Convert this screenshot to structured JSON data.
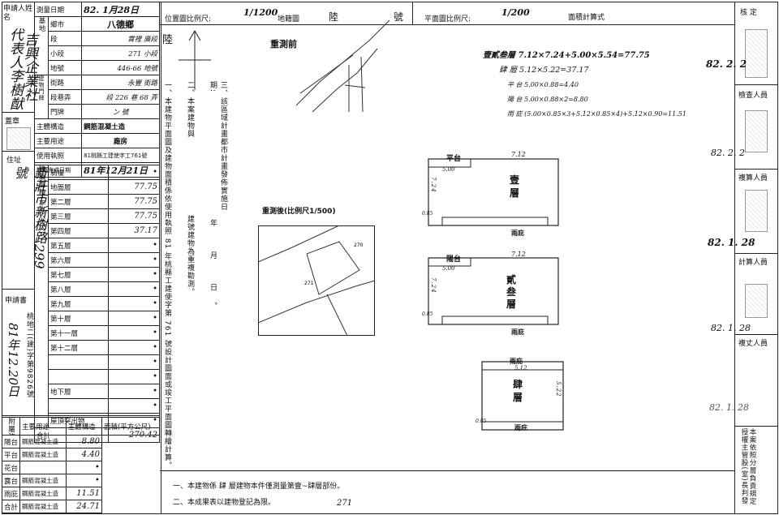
{
  "left_form": {
    "applicant_label": "申請人姓名",
    "applicant_name": "代表人李樹猷",
    "company_name": "吉興企業社",
    "seal_label": "蓋章",
    "address_label": "住址",
    "address_value": "新莊市新樹路299號",
    "applicant_book_label": "申請書",
    "applicant_book_value": "桃地二(建)字第9826號",
    "applicant_book_date": "81年12.20日",
    "survey_date_label": "測量日期",
    "survey_date_value": "82. 1月28日",
    "rows": [
      {
        "group": "基地",
        "label": "鄉市",
        "value": "八德鄉"
      },
      {
        "group": "基地",
        "label": "段",
        "value": "霄裡  廣段"
      },
      {
        "group": "基地",
        "label": "小段",
        "value": "271 小段"
      },
      {
        "group": "基地",
        "label": "地號",
        "value": "446-66  地號"
      },
      {
        "group": "建物門牌",
        "label": "街路",
        "value": "永豐  街路"
      },
      {
        "group": "建物門牌",
        "label": "段巷弄",
        "value": "段 226 巷 68 弄"
      },
      {
        "group": "建物門牌",
        "label": "門牌",
        "value": "ン 號"
      }
    ],
    "structure_label": "主體構造",
    "structure_value": "鋼筋混凝土造",
    "use_label": "主要用途",
    "use_value": "廠房",
    "permit_label": "使用執照",
    "permit_value": "81桃縣工建使字工761號",
    "completion_label": "建築完成日期",
    "completion_value": "81年12月21日",
    "area_group_label": "建築面積(平方公尺)",
    "floors": [
      {
        "label": "騎樓",
        "value": "•"
      },
      {
        "label": "地面層",
        "value": "77.75"
      },
      {
        "label": "第二層",
        "value": "77.75"
      },
      {
        "label": "第三層",
        "value": "77.75"
      },
      {
        "label": "第四層",
        "value": "37.17"
      },
      {
        "label": "第五層",
        "value": "•"
      },
      {
        "label": "第六層",
        "value": "•"
      },
      {
        "label": "第七層",
        "value": "•"
      },
      {
        "label": "第八層",
        "value": "•"
      },
      {
        "label": "第九層",
        "value": "•"
      },
      {
        "label": "第十層",
        "value": "•"
      },
      {
        "label": "第十一層",
        "value": "•"
      },
      {
        "label": "第十二層",
        "value": "•"
      },
      {
        "label": "",
        "value": "•"
      },
      {
        "label": "",
        "value": "•"
      },
      {
        "label": "地下層",
        "value": "•"
      },
      {
        "label": "",
        "value": "•"
      },
      {
        "label": "屋頂突出物",
        "value": "•"
      },
      {
        "label": "合計",
        "value": "270.42"
      }
    ],
    "aux_header": {
      "use": "主要用途",
      "structure": "主體構造",
      "area": "面積(平方公尺)"
    },
    "aux_group_label": "附屬建物",
    "aux_rows": [
      {
        "label": "陽台",
        "structure": "鋼筋混凝土造",
        "value": "8.80"
      },
      {
        "label": "平台",
        "structure": "鋼筋混凝土造",
        "value": "4.40"
      },
      {
        "label": "花台",
        "structure": "",
        "value": "•"
      },
      {
        "label": "露台",
        "structure": "鋼筋混凝土造",
        "value": "•"
      },
      {
        "label": "雨庇",
        "structure": "鋼筋混凝土造",
        "value": "11.51"
      },
      {
        "label": "合計",
        "structure": "鋼筋混凝土造",
        "value": "24.71"
      }
    ]
  },
  "header": {
    "location_scale_label": "位置圖比例尺:",
    "location_scale": "1/1200",
    "map_label": "地籍圖",
    "map_value": "陸  號",
    "plan_scale_label": "平面圖比例尺:",
    "plan_scale": "1/200",
    "area_calc_label": "面積計算式"
  },
  "notes": {
    "note1": "一、本建物平面圖及建物面積係依使用執照 81 年桃縣工建使字第 761 號設計圖面或竣工平面圖轉繪計算。",
    "note2": "二、本案建物與",
    "note2_tail": "建號建物為重複勘測。",
    "note3": "三、該區域計畫都市計畫發佈實施日期:",
    "note3_date": "年  月  日。"
  },
  "maps": {
    "before_title": "重測前",
    "after_title": "重測後(比例尺1/500)",
    "parcel_a": "271",
    "parcel_b": "270"
  },
  "calc": [
    "壹貳叁層 7.12×7.24+5.00×5.54=77.75",
    "肆  層 5.12×5.22=37.17",
    "平  台 5.00×0.88=4.40",
    "陽  台 5.00×0.88×2=8.80",
    "雨  庇 (5.00×0.85×3+5.12×0.85×4)+5.12×0.90=11.51"
  ],
  "plans": [
    {
      "name": "壹層",
      "top": "平台",
      "top_dim": "7.12",
      "width": "5.00",
      "side": "7.24",
      "bottom": "雨庇",
      "edge": "0.85"
    },
    {
      "name": "貳叁層",
      "top": "陽台",
      "top_dim": "7.12",
      "width": "5.00",
      "side": "7.24",
      "bottom": "雨庇",
      "edge": "0.85"
    },
    {
      "name": "肆層",
      "top": "雨庇",
      "top_dim": "5.12",
      "width": "",
      "side": "5.22",
      "bottom": "雨庇",
      "edge": "0.85"
    }
  ],
  "footer": {
    "line1": "一、本建物係   肆   層建物本件僅測量第壹~肆層部份。",
    "line2": "二、本成果表以建物登記為限。",
    "stamp_note": "271"
  },
  "right_col": {
    "check_label": "核  定",
    "check_date": "82. 2. 2",
    "inspect_label": "檢查人員",
    "inspect_date": "82. 2. 2",
    "review_label": "複算人員",
    "review_date": "82. 1. 28",
    "calc_label": "計算人員",
    "calc_date": "82. 1. 28",
    "survey_label": "複丈人員",
    "survey_date": "82. 1. 28",
    "bottom_note": "本案依照分層負責規定授權主管股(室)長判發"
  }
}
